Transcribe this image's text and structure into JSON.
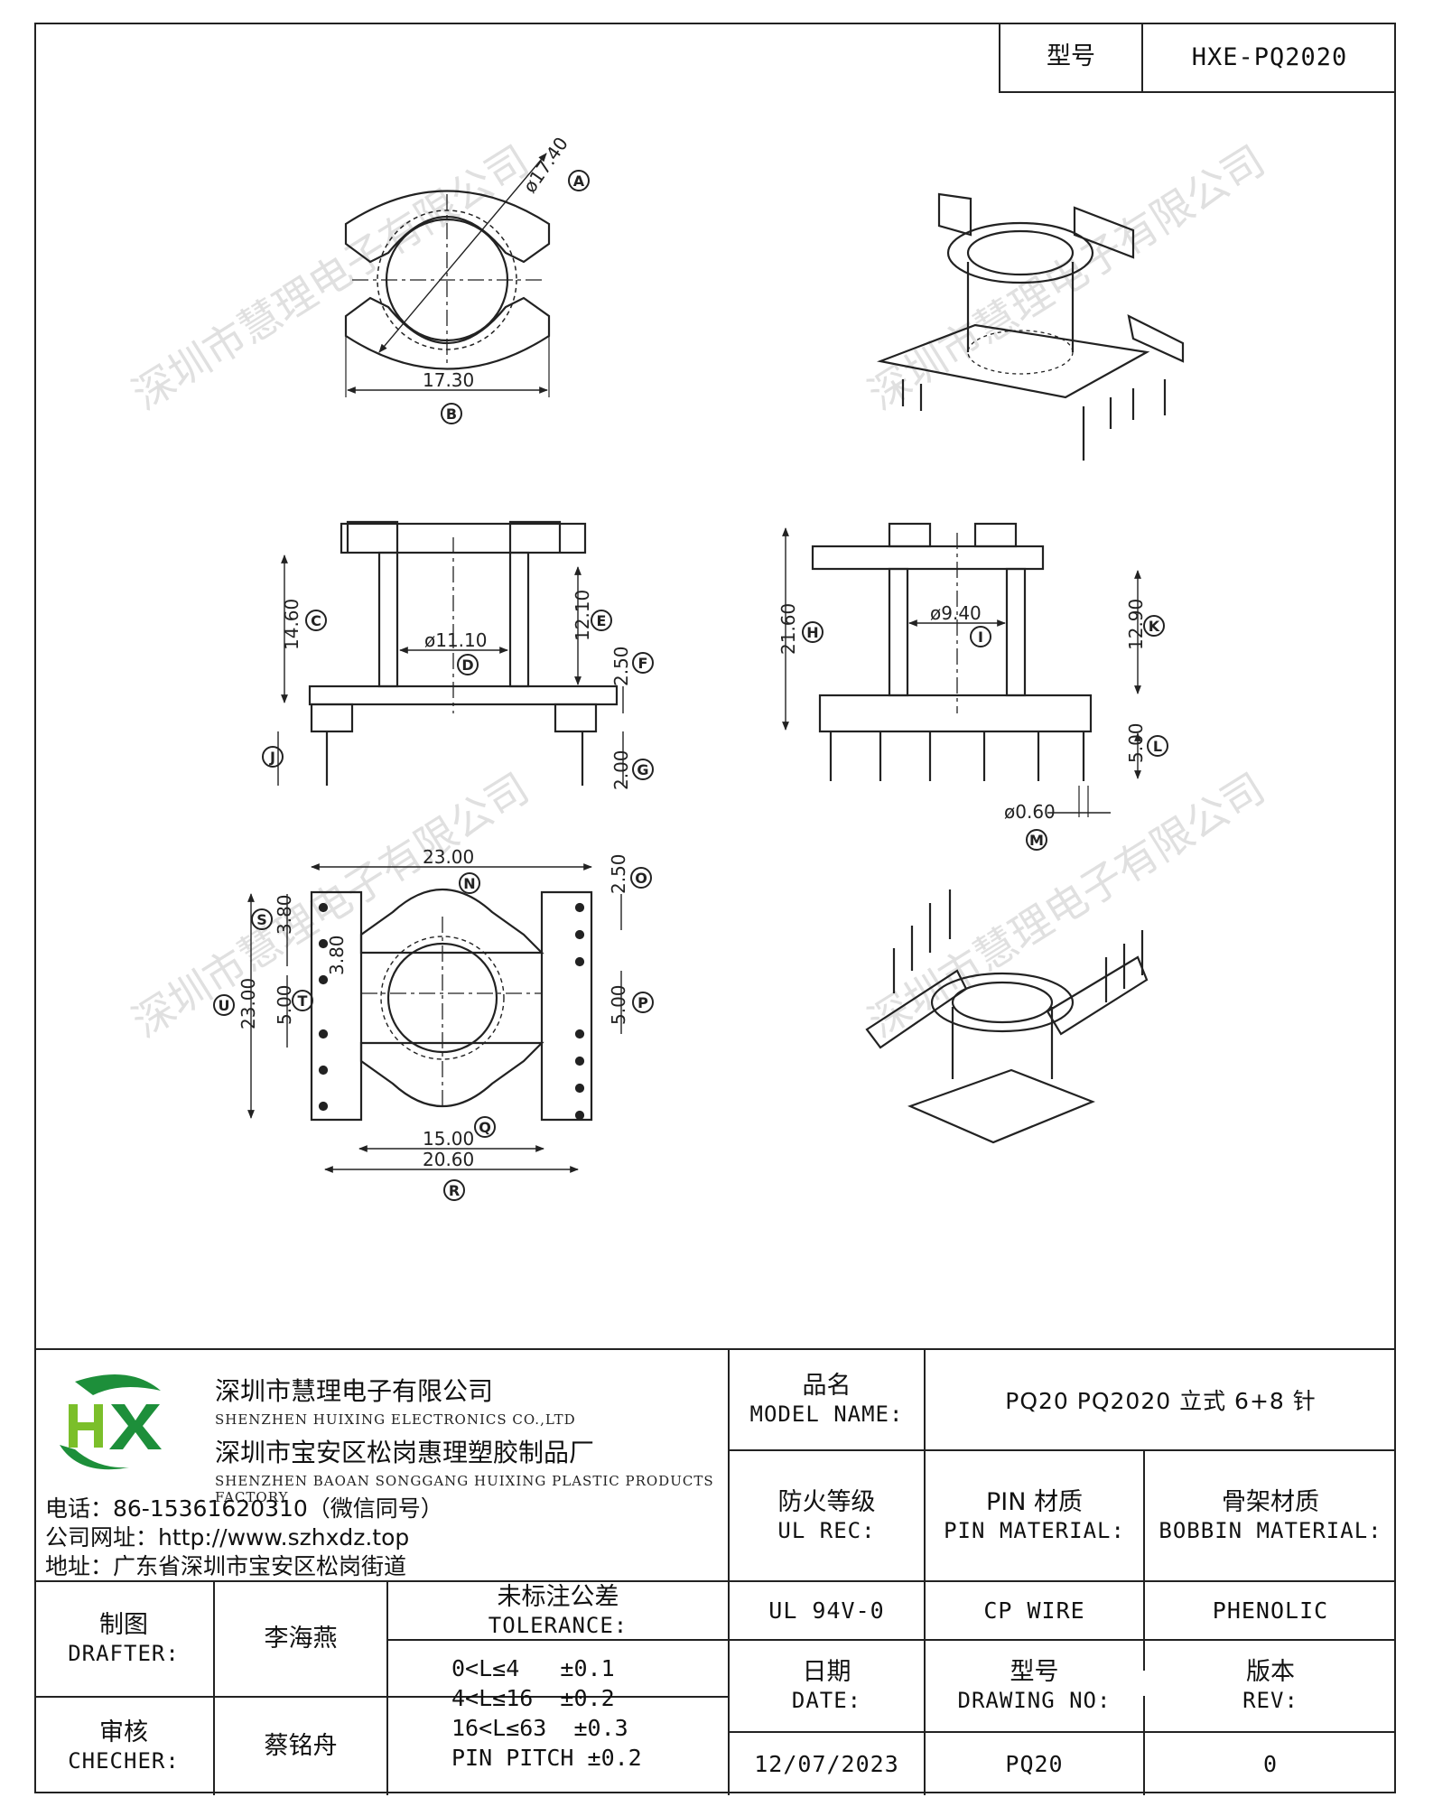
{
  "header": {
    "model_label": "型号",
    "model_value": "HXE-PQ2020"
  },
  "watermark": "深圳市慧理电子有限公司",
  "dimensions": {
    "A": "ø17.40",
    "B": "17.30",
    "C": "14.60",
    "D": "ø11.10",
    "E": "12.10",
    "F": "2.50",
    "G": "2.00",
    "H": "21.60",
    "I": "ø9.40",
    "K": "12.90",
    "L": "5.00",
    "M": "ø0.60",
    "N": "23.00",
    "O": "2.50",
    "P": "5.00",
    "Q": "15.00",
    "R": "20.60",
    "S": "3.80",
    "S2": "3.80",
    "T": "5.00",
    "U": "23.00"
  },
  "markers": [
    "A",
    "B",
    "C",
    "D",
    "E",
    "F",
    "G",
    "H",
    "I",
    "J",
    "K",
    "L",
    "M",
    "N",
    "O",
    "P",
    "Q",
    "R",
    "S",
    "T",
    "U"
  ],
  "company": {
    "logo_text": "HX",
    "name_cn": "深圳市慧理电子有限公司",
    "name_en": "SHENZHEN HUIXING ELECTRONICS CO.,LTD",
    "factory_cn": "深圳市宝安区松岗惠理塑胶制品厂",
    "factory_en": "SHENZHEN BAOAN SONGGANG HUIXING PLASTIC PRODUCTS FACTORY",
    "phone": "电话：86-15361620310（微信同号）",
    "website": "公司网址：http://www.szhxdz.top",
    "address": "地址：广东省深圳市宝安区松岗街道"
  },
  "title_block": {
    "model_name_cn": "品名",
    "model_name_en": "MODEL NAME:",
    "model_name_value": "PQ20 PQ2020 立式 6+8 针",
    "ul_cn": "防火等级",
    "ul_en": "UL REC:",
    "pin_cn": "PIN 材质",
    "pin_en": "PIN MATERIAL:",
    "bobbin_cn": "骨架材质",
    "bobbin_en": "BOBBIN MATERIAL:",
    "ul_value": "UL 94V-0",
    "pin_value": "CP WIRE",
    "bobbin_value": "PHENOLIC",
    "drafter_cn": "制图",
    "drafter_en": "DRAFTER:",
    "drafter_value": "李海燕",
    "checker_cn": "审核",
    "checker_en": "CHECHER:",
    "checker_value": "蔡铭舟",
    "tolerance_cn": "未标注公差",
    "tolerance_en": "TOLERANCE:",
    "tolerance_rows": [
      "0<L≤4   ±0.1",
      "4<L≤16  ±0.2",
      "16<L≤63  ±0.3",
      "PIN PITCH ±0.2"
    ],
    "date_cn": "日期",
    "date_en": "DATE:",
    "date_value": "12/07/2023",
    "drawing_cn": "型号",
    "drawing_en": "DRAWING NO:",
    "drawing_value": "PQ20",
    "rev_cn": "版本",
    "rev_en": "REV:",
    "rev_value": "0"
  }
}
